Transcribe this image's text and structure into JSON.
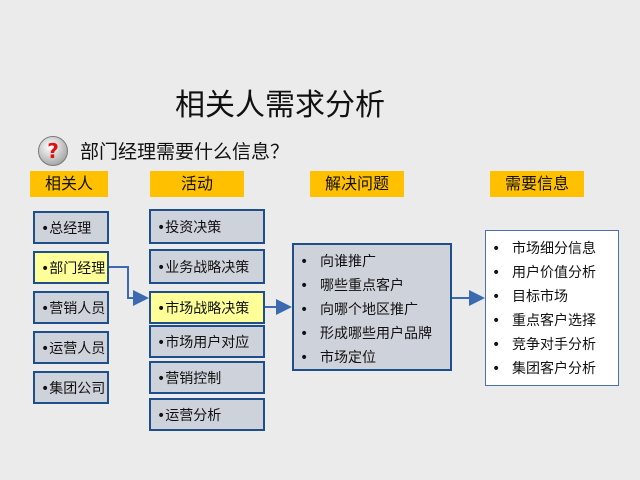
{
  "title": "相关人需求分析",
  "question": {
    "icon": "question-mark-icon",
    "icon_glyph": "?",
    "text": "部门经理需要什么信息？"
  },
  "headers": {
    "stakeholders": "相关人",
    "activities": "活动",
    "problems": "解决问题",
    "info_needed": "需要信息"
  },
  "stakeholders": [
    "•总经理",
    "•部门经理",
    "•营销人员",
    "•运营人员",
    "•集团公司"
  ],
  "activities": [
    "•投资决策",
    "•业务战略决策",
    "•市场战略决策",
    "•市场用户对应",
    "•营销控制",
    "•运营分析"
  ],
  "problems": [
    "向谁推广",
    "哪些重点客户",
    "向哪个地区推广",
    "形成哪些用户品牌",
    "市场定位"
  ],
  "info_needed": [
    "市场细分信息",
    "用户价值分析",
    "目标市场",
    "重点客户选择",
    "竞争对手分析",
    "集团客户分析"
  ],
  "bullet": "•",
  "colors": {
    "header": "#ffc000",
    "highlight": "#ffff99",
    "border": "#1f4e8c",
    "box": "#ced2da"
  }
}
